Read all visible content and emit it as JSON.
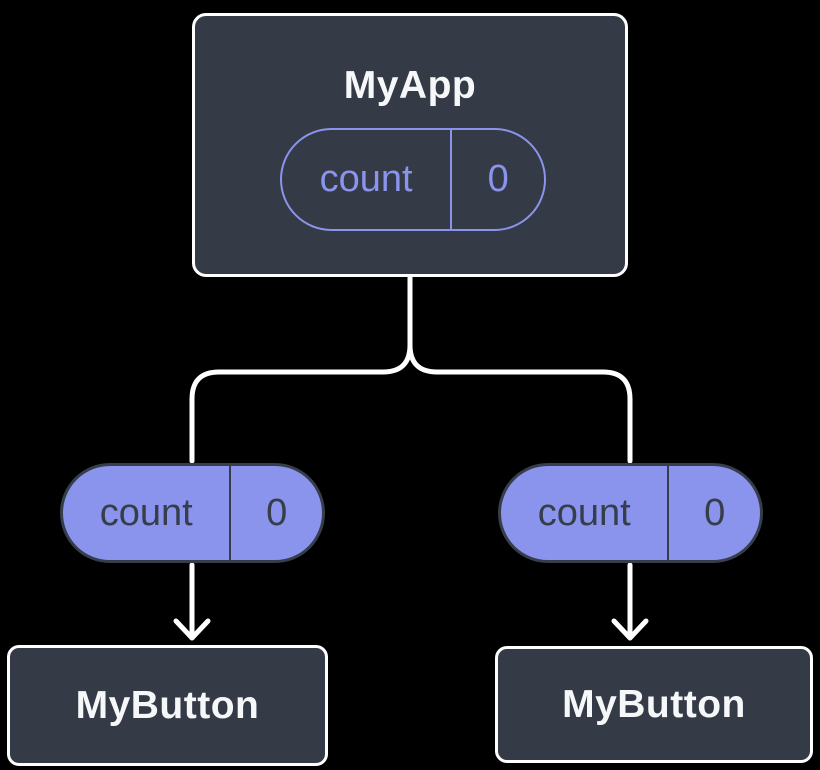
{
  "diagram": {
    "description": "React component tree diagram: parent state lifted in MyApp passed as props to two MyButton children",
    "background": "#000000",
    "colors": {
      "node_fill": "#343a46",
      "node_border": "#ffffff",
      "purple": "#8a94ec",
      "dark_text": "#363d4b",
      "white_text": "#f6f7f9",
      "connector": "#ffffff"
    },
    "root": {
      "title": "MyApp",
      "state_pill": {
        "label": "count",
        "value": "0"
      }
    },
    "left_branch": {
      "prop_pill": {
        "label": "count",
        "value": "0"
      },
      "child": {
        "title": "MyButton"
      }
    },
    "right_branch": {
      "prop_pill": {
        "label": "count",
        "value": "0"
      },
      "child": {
        "title": "MyButton"
      }
    }
  }
}
